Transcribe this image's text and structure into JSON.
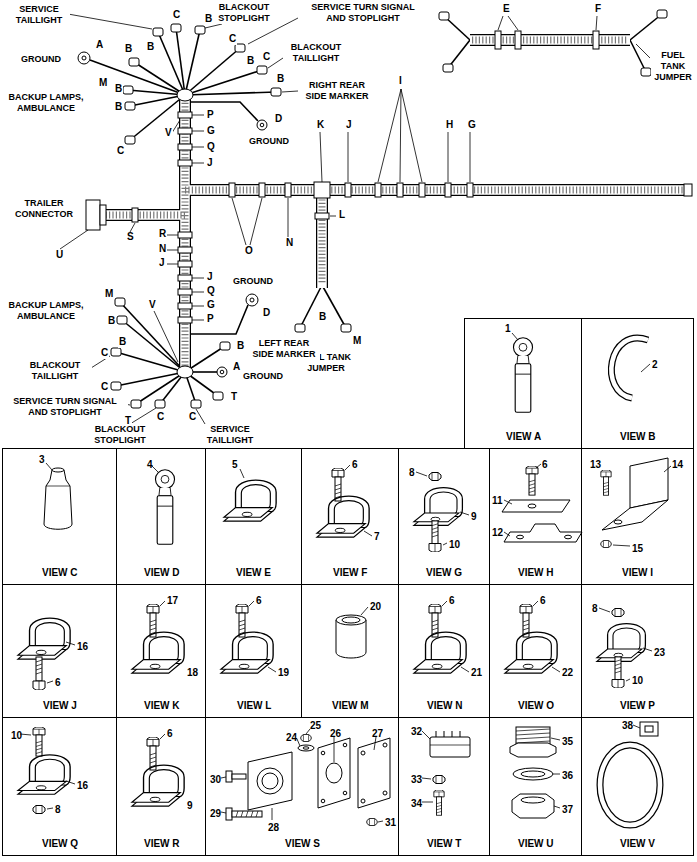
{
  "diagram": {
    "nodes": [
      {
        "text": [
          "1",
          "VIEW A"
        ]
      },
      {
        "text": [
          "2",
          "VIEW B"
        ]
      },
      {
        "text": [
          "3",
          "VIEW C"
        ]
      },
      {
        "text": [
          "4",
          "VIEW D"
        ]
      },
      {
        "text": [
          "5",
          "VIEW E"
        ]
      },
      {
        "text": [
          "6",
          "7",
          "VIEW F"
        ]
      },
      {
        "text": [
          "8",
          "9",
          "10",
          "VIEW G"
        ]
      },
      {
        "text": [
          "6",
          "11",
          "12",
          "VIEW H"
        ]
      },
      {
        "text": [
          "13",
          "14",
          "15",
          "VIEW I"
        ]
      },
      {
        "text": [
          "16",
          "6",
          "VIEW J"
        ]
      },
      {
        "text": [
          "17",
          "18",
          "VIEW K"
        ]
      },
      {
        "text": [
          "6",
          "19",
          "VIEW L"
        ]
      },
      {
        "text": [
          "20",
          "VIEW M"
        ]
      },
      {
        "text": [
          "6",
          "21",
          "VIEW N"
        ]
      },
      {
        "text": [
          "6",
          "22",
          "VIEW O"
        ]
      },
      {
        "text": [
          "8",
          "23",
          "10",
          "VIEW P"
        ]
      },
      {
        "text": [
          "10",
          "16",
          "8",
          "VIEW Q"
        ]
      },
      {
        "text": [
          "6",
          "9",
          "VIEW R"
        ]
      },
      {
        "text": [
          "25",
          "24",
          "26",
          "27",
          "30",
          "31",
          "29",
          "28",
          "VIEW S"
        ]
      },
      {
        "text": [
          "32",
          "33",
          "34",
          "VIEW T"
        ]
      },
      {
        "text": [
          "35",
          "36",
          "37",
          "VIEW U"
        ]
      },
      {
        "text": [
          "38",
          "VIEW V"
        ]
      }
    ],
    "labels": [
      "SERVICE TAILLIGHT",
      "C",
      "BLACKOUT STOPLIGHT",
      "SERVICE TURN SIGNAL AND STOPLIGHT",
      "A",
      "B",
      "B",
      "B",
      "GROUND",
      "C",
      "B",
      "BLACKOUT TAILLIGHT",
      "B",
      "C",
      "RIGHT REAR SIDE MARKER",
      "M",
      "BACKUP LAMPS, AMBULANCE",
      "B",
      "B",
      "C",
      "V",
      "P",
      "D",
      "GROUND",
      "G",
      "Q",
      "J",
      "K",
      "J",
      "I",
      "H",
      "G",
      "O",
      "N",
      "L",
      "B",
      "C",
      "M",
      "FUEL TANK JUMPER",
      "TRAILER CONNECTOR",
      "U",
      "S",
      "R",
      "N",
      "J",
      "J",
      "Q",
      "G",
      "P",
      "GROUND",
      "D",
      "M",
      "BACKUP LAMPS, AMBULANCE",
      "B",
      "V",
      "B",
      "C",
      "BLACKOUT TAILLIGHT",
      "C",
      "SERVICE TURN SIGNAL AND STOPLIGHT",
      "T",
      "C",
      "BLACKOUT STOPLIGHT",
      "C",
      "SERVICE TAILLIGHT",
      "T",
      "A",
      "GROUND",
      "B",
      "LEFT REAR SIDE MARKER",
      "E",
      "F",
      "FUEL TANK JUMPER"
    ]
  }
}
